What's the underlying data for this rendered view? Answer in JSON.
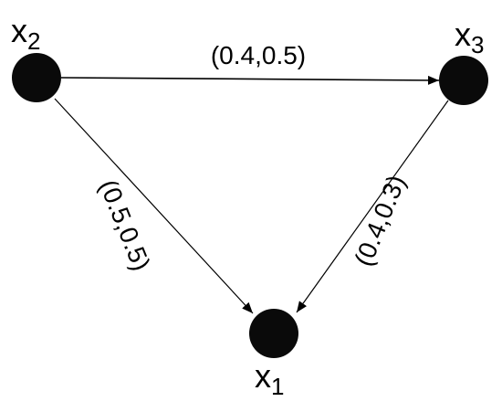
{
  "colors": {
    "node": "#0a0a0a",
    "edge": "#000000",
    "background": "#ffffff"
  },
  "nodes": [
    {
      "id": "x1",
      "label_main": "x",
      "label_sub": "1"
    },
    {
      "id": "x2",
      "label_main": "x",
      "label_sub": "2"
    },
    {
      "id": "x3",
      "label_main": "x",
      "label_sub": "3"
    }
  ],
  "edges": [
    {
      "from": "x2",
      "to": "x3",
      "label": "(0.4,0.5)"
    },
    {
      "from": "x2",
      "to": "x1",
      "label": "(0.5,0.5)"
    },
    {
      "from": "x3",
      "to": "x1",
      "label": "(0.4,0.3)"
    }
  ]
}
